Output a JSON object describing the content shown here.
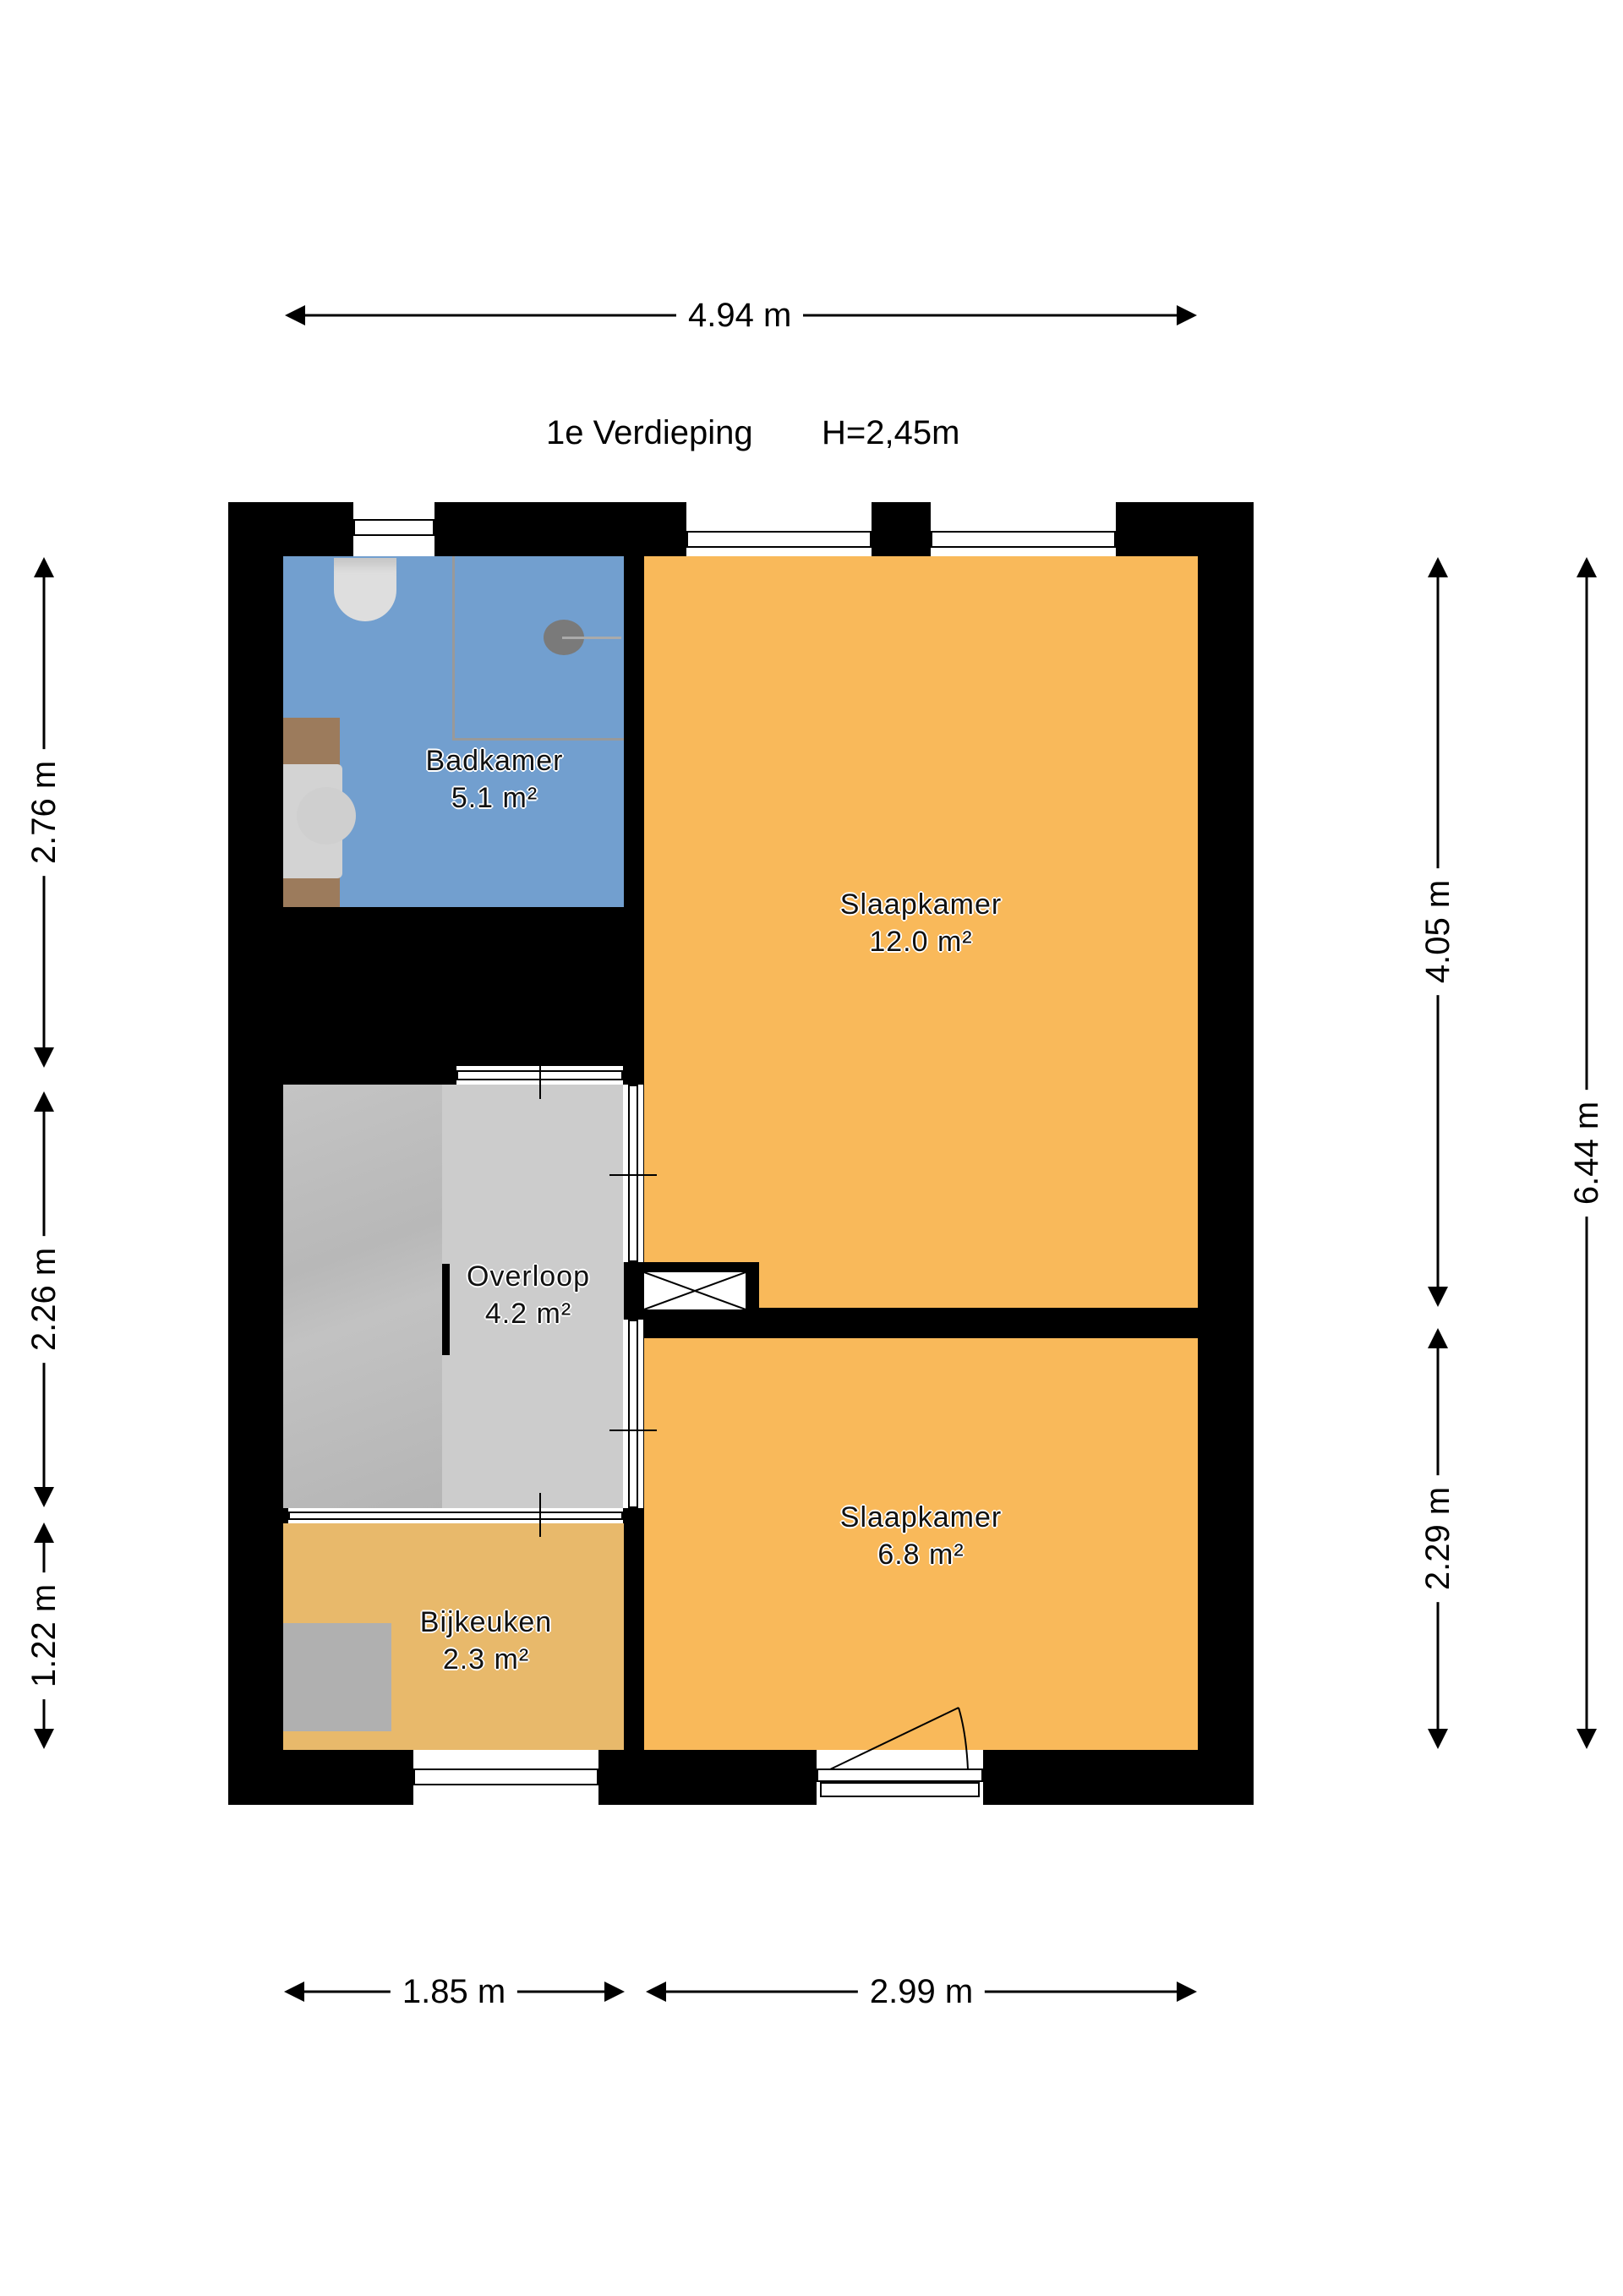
{
  "floor": {
    "name": "1e Verdieping",
    "height": "H=2,45m"
  },
  "dimensions": {
    "top_total": "4.94 m",
    "left_1": "2.76 m",
    "left_2": "2.26 m",
    "left_3": "1.22 m",
    "right_1": "4.05 m",
    "right_2": "2.29 m",
    "right_total": "6.44 m",
    "bottom_1": "1.85 m",
    "bottom_2": "2.99 m"
  },
  "rooms": {
    "badkamer": {
      "name": "Badkamer",
      "area": "5.1 m²",
      "color": "#729fcf"
    },
    "slaapkamer_1": {
      "name": "Slaapkamer",
      "area": "12.0 m²",
      "color": "#f9b95a"
    },
    "overloop": {
      "name": "Overloop",
      "area": "4.2 m²",
      "color": "#cccccc"
    },
    "slaapkamer_2": {
      "name": "Slaapkamer",
      "area": "6.8 m²",
      "color": "#f9b95a"
    },
    "bijkeuken": {
      "name": "Bijkeuken",
      "area": "2.3 m²",
      "color": "#e8b96b"
    }
  },
  "colors": {
    "wall": "#000000",
    "stairs": "#bdbdbd",
    "fixture": "#d9d9d9",
    "wood": "#9c7b5c"
  }
}
